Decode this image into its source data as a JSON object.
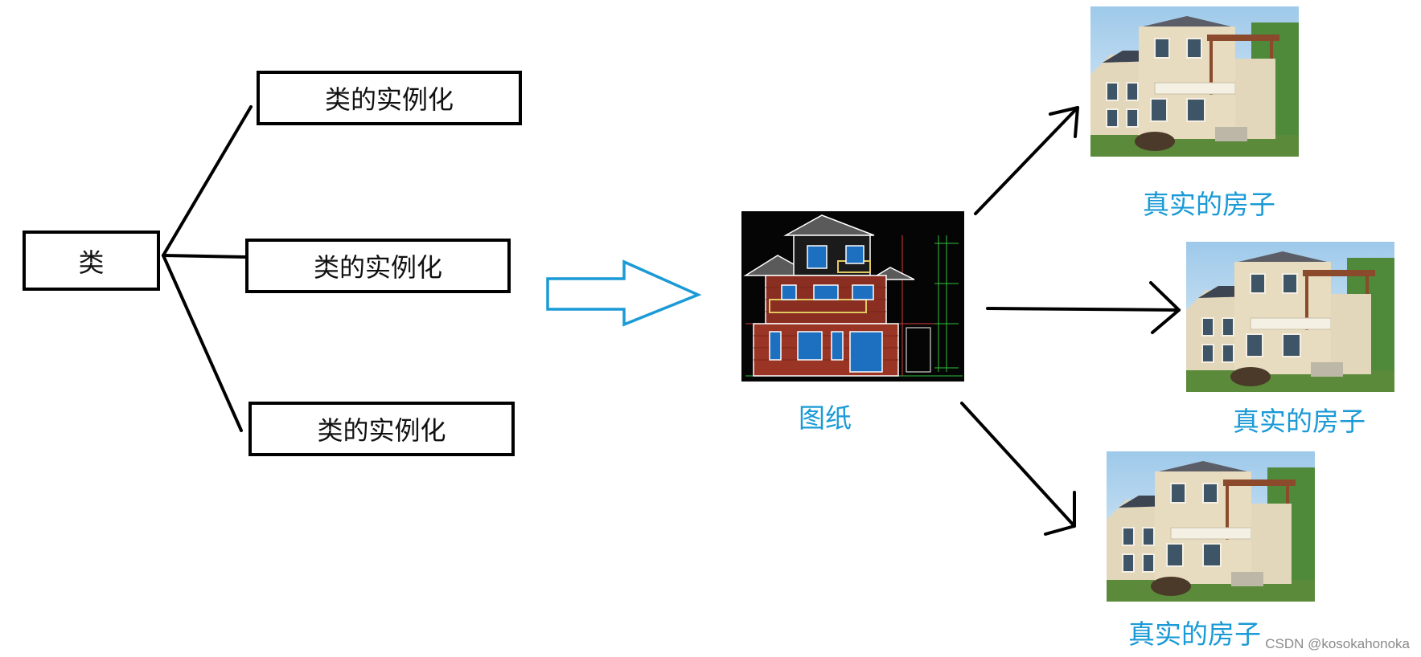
{
  "diagram": {
    "class_label": "类",
    "instance_label": "类的实例化",
    "blueprint_caption": "图纸",
    "house_caption": "真实的房子",
    "watermark": "CSDN @kosokahonoka",
    "colors": {
      "line": "#000000",
      "accent": "#1a9ad6",
      "blueprint_bg": "#050505",
      "house_wall": "#e8dcc0"
    }
  }
}
